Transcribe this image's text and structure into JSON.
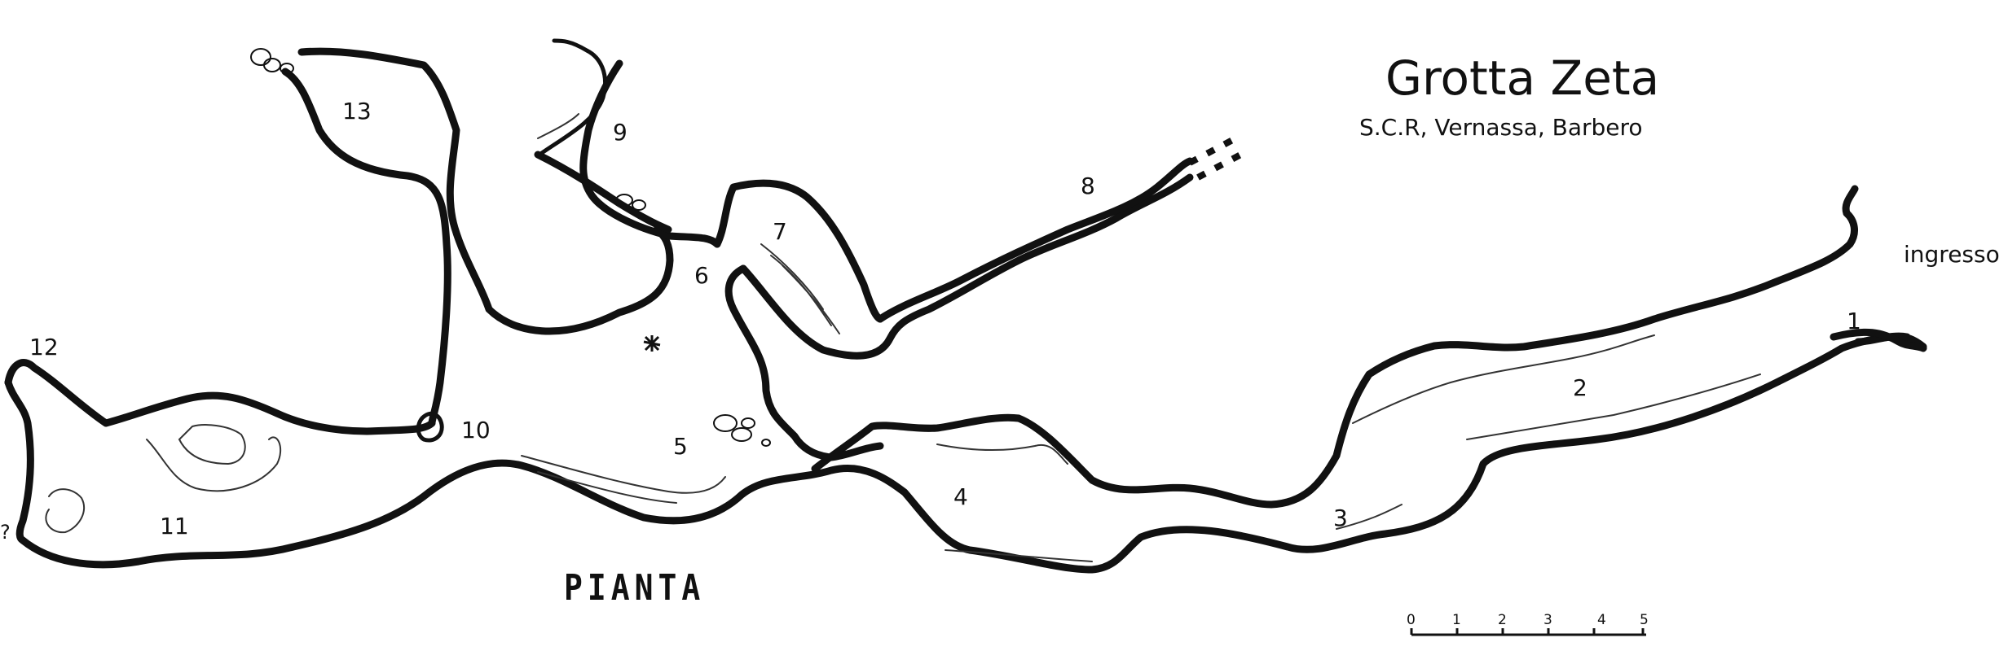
{
  "title": "Grotta Zeta",
  "authors": "S.C.R, Vernassa, Barbero",
  "entrance_label": "ingresso",
  "plan_label": "PIANTA",
  "unknown_mark": "?",
  "stations": [
    "1",
    "2",
    "3",
    "4",
    "5",
    "6",
    "7",
    "8",
    "9",
    "10",
    "11",
    "12",
    "13"
  ],
  "scale": {
    "ticks": [
      "0",
      "1",
      "2",
      "3",
      "4",
      "5"
    ]
  }
}
